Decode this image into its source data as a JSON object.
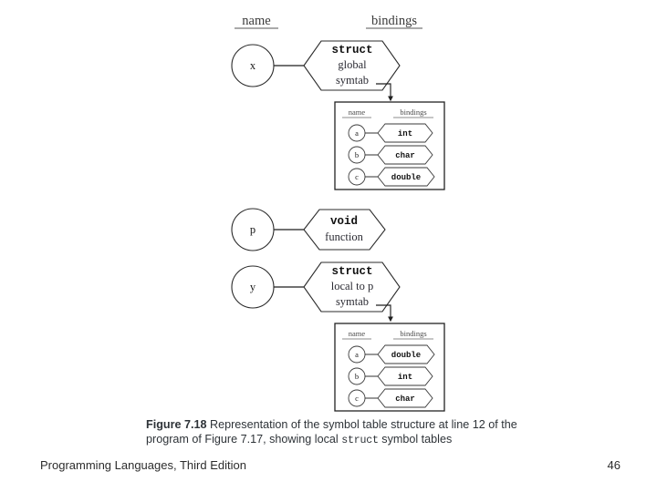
{
  "slide": {
    "footer_title": "Programming Languages, Third Edition",
    "page_number": "46"
  },
  "caption": {
    "figure_label": "Figure 7.18",
    "text_part1": "Representation of the symbol table structure at line 12 of",
    "text_part2": "the program of Figure 7.17, showing local",
    "mono_word": "struct",
    "text_part3": "symbol tables"
  },
  "diagram": {
    "headers": {
      "name": "name",
      "bindings": "bindings"
    },
    "entries": [
      {
        "name": "x",
        "binding_mono": "struct",
        "binding_line2": "global",
        "binding_line3": "symtab",
        "has_child_table": true
      },
      {
        "name": "p",
        "binding_mono": "void",
        "binding_line2": "function",
        "binding_line3": "",
        "has_child_table": false
      },
      {
        "name": "y",
        "binding_mono": "struct",
        "binding_line2": "local to p",
        "binding_line3": "symtab",
        "has_child_table": true
      }
    ],
    "child_tables": [
      {
        "headers": {
          "name": "name",
          "bindings": "bindings"
        },
        "rows": [
          {
            "name": "a",
            "binding": "int"
          },
          {
            "name": "b",
            "binding": "char"
          },
          {
            "name": "c",
            "binding": "double"
          }
        ]
      },
      {
        "headers": {
          "name": "name",
          "bindings": "bindings"
        },
        "rows": [
          {
            "name": "a",
            "binding": "double"
          },
          {
            "name": "b",
            "binding": "int"
          },
          {
            "name": "c",
            "binding": "char"
          }
        ]
      }
    ]
  }
}
